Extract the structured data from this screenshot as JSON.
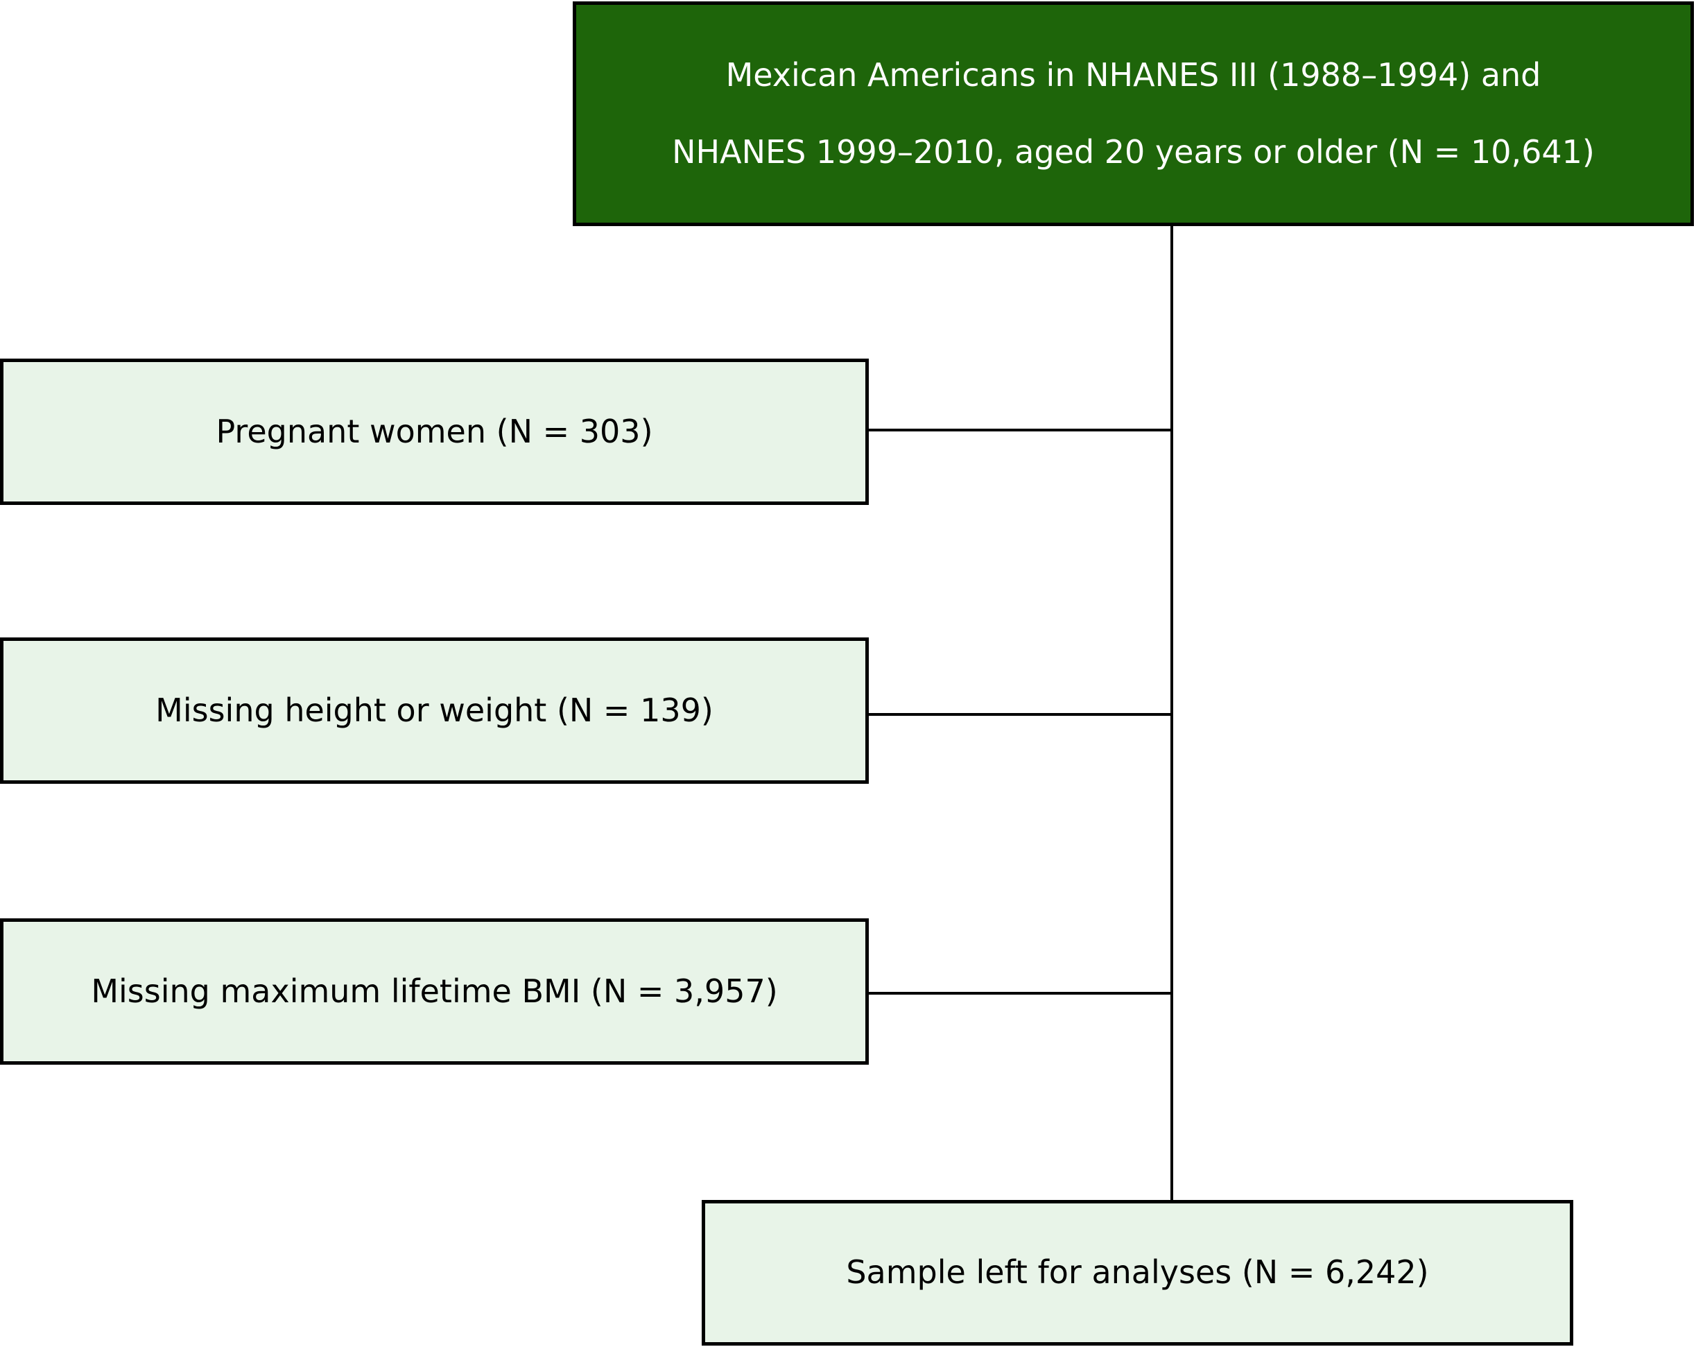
{
  "diagram": {
    "type": "study-flow",
    "title_box": {
      "line1": "Mexican Americans in NHANES III (1988–1994) and",
      "line2": "NHANES 1999–2010, aged 20 years or older (N = 10,641)",
      "total_n": "10,641"
    },
    "exclusion_boxes": [
      {
        "label": "Pregnant women (N = 303)",
        "n": "303"
      },
      {
        "label": "Missing height or weight (N = 139)",
        "n": "139"
      },
      {
        "label": "Missing maximum lifetime BMI (N = 3,957)",
        "n": "3,957"
      }
    ],
    "result_box": {
      "label": "Sample left for analyses (N = 6,242)",
      "n": "6,242"
    },
    "colors": {
      "title_bg": "#1e650a",
      "title_text": "#ffffff",
      "box_bg": "#e8f4e8",
      "box_border": "#000000",
      "connector": "#000000"
    }
  }
}
